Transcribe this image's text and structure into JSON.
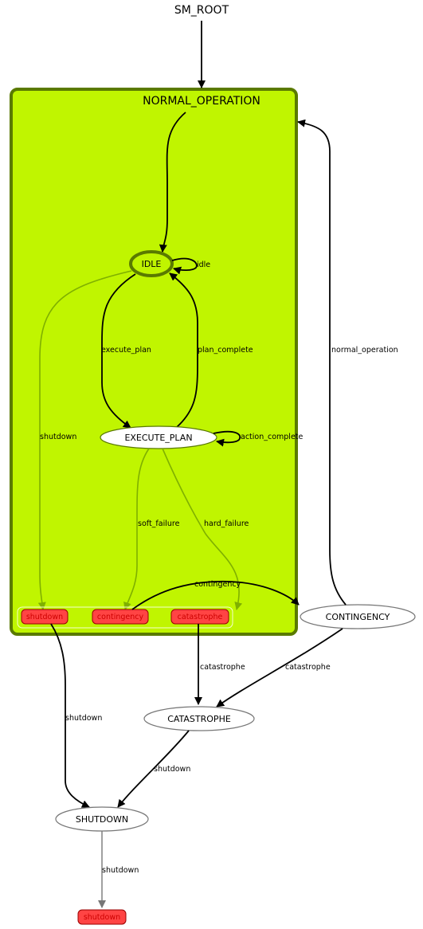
{
  "root": {
    "label": "SM_ROOT"
  },
  "container": {
    "label": "NORMAL_OPERATION",
    "fill": "#c0f500",
    "border": "#5a7a00"
  },
  "states": {
    "idle": "IDLE",
    "execute_plan": "EXECUTE_PLAN",
    "contingency": "CONTINGENCY",
    "catastrophe": "CATASTROPHE",
    "shutdown": "SHUTDOWN"
  },
  "outcomes": {
    "inner_shutdown": "shutdown",
    "inner_contingency": "contingency",
    "inner_catastrophe": "catastrophe",
    "final_shutdown": "shutdown",
    "fill": "#ff4444"
  },
  "edges": {
    "idle_loop": "idle",
    "execute_plan": "execute_plan",
    "plan_complete": "plan_complete",
    "action_complete": "action_complete",
    "shutdown_inner": "shutdown",
    "soft_failure": "soft_failure",
    "hard_failure": "hard_failure",
    "contingency": "contingency",
    "normal_operation": "normal_operation",
    "catastrophe_left": "catastrophe",
    "catastrophe_right": "catastrophe",
    "shutdown_left": "shutdown",
    "shutdown_mid": "shutdown",
    "shutdown_final": "shutdown"
  },
  "colors": {
    "dark_edge": "#000000",
    "light_edge": "#7fb000",
    "gray_edge": "#777777"
  }
}
